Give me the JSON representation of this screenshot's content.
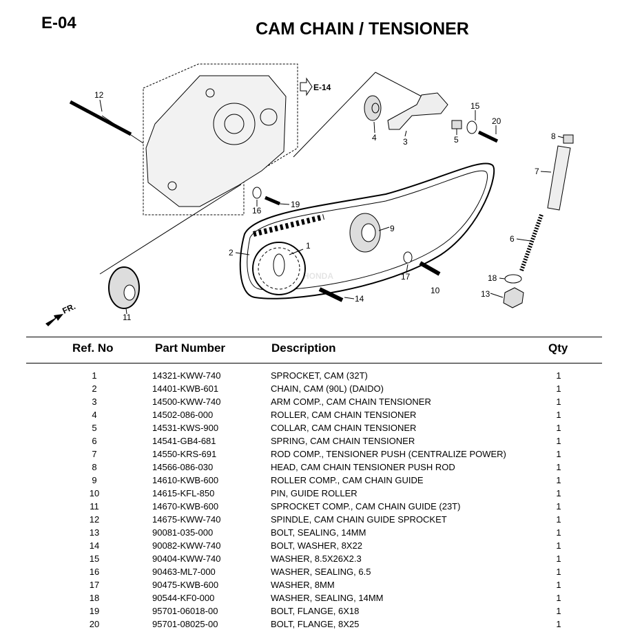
{
  "page_code": "E-04",
  "title": "CAM CHAIN / TENSIONER",
  "diagram": {
    "ref_label": "E-14",
    "watermark": "HONDA",
    "direction_label": "FR.",
    "callouts": [
      "1",
      "2",
      "3",
      "4",
      "5",
      "6",
      "7",
      "8",
      "9",
      "10",
      "11",
      "12",
      "13",
      "14",
      "15",
      "16",
      "17",
      "18",
      "19",
      "20"
    ]
  },
  "table": {
    "headers": {
      "ref": "Ref. No",
      "part": "Part Number",
      "desc": "Description",
      "qty": "Qty"
    },
    "rows": [
      {
        "ref": "1",
        "part": "14321-KWW-740",
        "desc": "SPROCKET, CAM (32T)",
        "qty": "1"
      },
      {
        "ref": "2",
        "part": "14401-KWB-601",
        "desc": "CHAIN, CAM (90L) (DAIDO)",
        "qty": "1"
      },
      {
        "ref": "3",
        "part": "14500-KWW-740",
        "desc": "ARM COMP., CAM CHAIN TENSIONER",
        "qty": "1"
      },
      {
        "ref": "4",
        "part": "14502-086-000",
        "desc": "ROLLER, CAM CHAIN TENSIONER",
        "qty": "1"
      },
      {
        "ref": "5",
        "part": "14531-KWS-900",
        "desc": "COLLAR, CAM CHAIN TENSIONER",
        "qty": "1"
      },
      {
        "ref": "6",
        "part": "14541-GB4-681",
        "desc": "SPRING, CAM CHAIN TENSIONER",
        "qty": "1"
      },
      {
        "ref": "7",
        "part": "14550-KRS-691",
        "desc": "ROD COMP., TENSIONER PUSH (CENTRALIZE POWER)",
        "qty": "1"
      },
      {
        "ref": "8",
        "part": "14566-086-030",
        "desc": "HEAD, CAM CHAIN TENSIONER PUSH ROD",
        "qty": "1"
      },
      {
        "ref": "9",
        "part": "14610-KWB-600",
        "desc": "ROLLER COMP., CAM CHAIN GUIDE",
        "qty": "1"
      },
      {
        "ref": "10",
        "part": "14615-KFL-850",
        "desc": "PIN, GUIDE ROLLER",
        "qty": "1"
      },
      {
        "ref": "11",
        "part": "14670-KWB-600",
        "desc": "SPROCKET COMP., CAM CHAIN GUIDE (23T)",
        "qty": "1"
      },
      {
        "ref": "12",
        "part": "14675-KWW-740",
        "desc": "SPINDLE, CAM CHAIN GUIDE SPROCKET",
        "qty": "1"
      },
      {
        "ref": "13",
        "part": "90081-035-000",
        "desc": "BOLT, SEALING, 14MM",
        "qty": "1"
      },
      {
        "ref": "14",
        "part": "90082-KWW-740",
        "desc": "BOLT, WASHER, 8X22",
        "qty": "1"
      },
      {
        "ref": "15",
        "part": "90404-KWW-740",
        "desc": "WASHER, 8.5X26X2.3",
        "qty": "1"
      },
      {
        "ref": "16",
        "part": "90463-ML7-000",
        "desc": "WASHER, SEALING, 6.5",
        "qty": "1"
      },
      {
        "ref": "17",
        "part": "90475-KWB-600",
        "desc": "WASHER, 8MM",
        "qty": "1"
      },
      {
        "ref": "18",
        "part": "90544-KF0-000",
        "desc": "WASHER, SEALING, 14MM",
        "qty": "1"
      },
      {
        "ref": "19",
        "part": "95701-06018-00",
        "desc": "BOLT, FLANGE, 6X18",
        "qty": "1"
      },
      {
        "ref": "20",
        "part": "95701-08025-00",
        "desc": "BOLT, FLANGE, 8X25",
        "qty": "1"
      }
    ]
  }
}
